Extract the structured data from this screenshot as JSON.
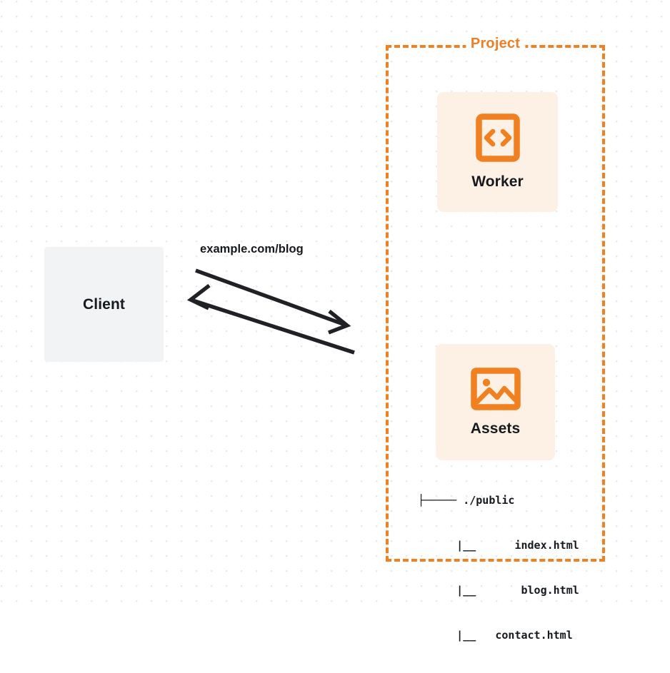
{
  "diagram": {
    "title": "Project",
    "background": {
      "style": "dotted-grid",
      "dot_color": "#e9e9ea",
      "page_color": "#ffffff"
    },
    "colors": {
      "accent_orange": "#f08020",
      "title_orange": "#ef7f26",
      "card_fill": "#fdf1e5",
      "client_fill": "#f2f3f5",
      "text_dark": "#16191d",
      "arrow_stroke": "#1f2124"
    },
    "nodes": {
      "client": {
        "label": "Client",
        "icon": "none"
      },
      "worker": {
        "label": "Worker",
        "icon": "code-brackets-icon"
      },
      "assets": {
        "label": "Assets",
        "icon": "image-picture-icon"
      }
    },
    "connection": {
      "label": "example.com/blog",
      "direction": "bidirectional",
      "from": "Client",
      "to": "Project"
    },
    "file_tree": {
      "rows": [
        "├───── ./public",
        "      |__      index.html",
        "      |__       blog.html",
        "      |__   contact.html"
      ],
      "root": "./public",
      "files": [
        "index.html",
        "blog.html",
        "contact.html"
      ]
    }
  }
}
